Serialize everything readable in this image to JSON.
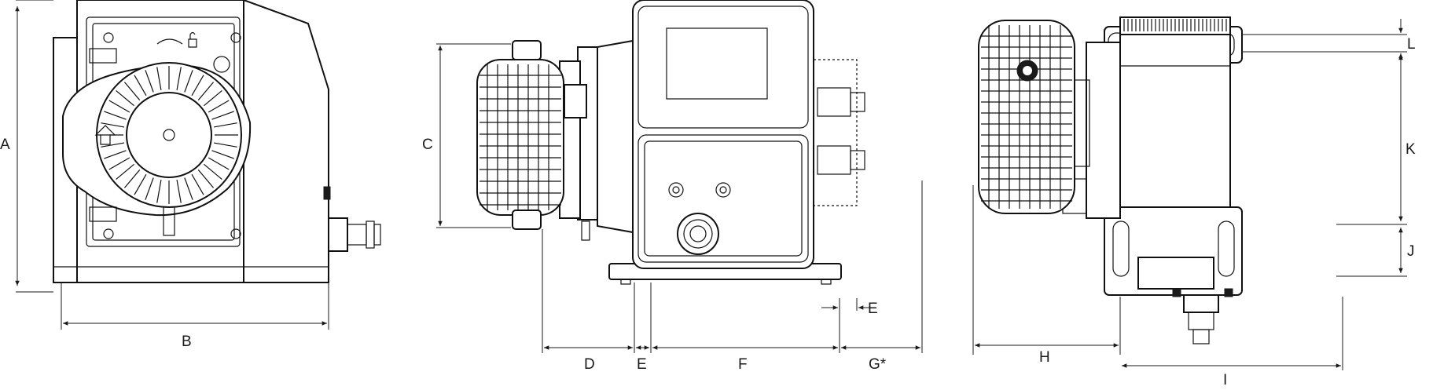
{
  "diagram": {
    "views": [
      "front-view",
      "side-view",
      "top-view"
    ],
    "dimension_labels": {
      "a": "A",
      "b": "B",
      "c": "C",
      "d": "D",
      "e": "E",
      "e_detail": "E",
      "f": "F",
      "g": "G*",
      "h": "H",
      "i": "I",
      "j": "J",
      "k": "K",
      "l": "L"
    },
    "colors": {
      "line": "#1a1a1a",
      "background": "#ffffff"
    }
  }
}
